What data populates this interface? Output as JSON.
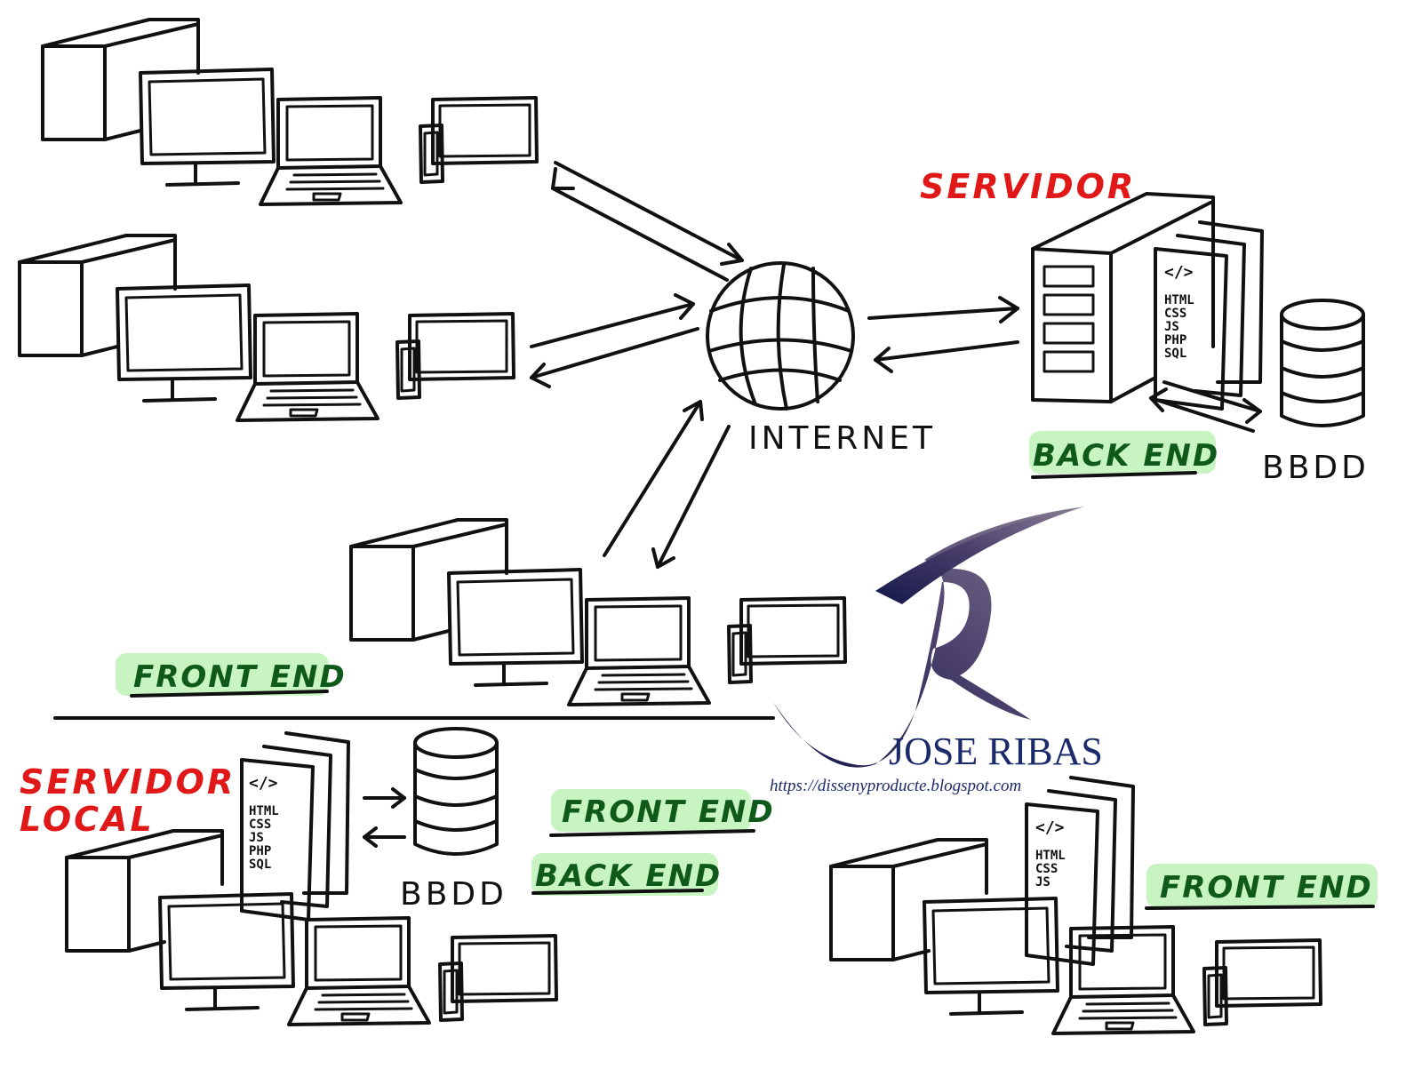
{
  "labels": {
    "internet": "INTERNET",
    "servidor": "SERVIDOR",
    "back_end_top": "BACK END",
    "bbdd_top": "BBDD",
    "front_end_mid": "FRONT END",
    "servidor_local_line1": "SERVIDOR",
    "servidor_local_line2": "LOCAL",
    "front_end_local": "FRONT END",
    "back_end_local": "BACK END",
    "bbdd_local": "BBDD",
    "front_end_right": "FRONT END"
  },
  "code_files": {
    "server": {
      "tag": "</>",
      "lines": [
        "HTML",
        "CSS",
        "JS",
        "PHP",
        "SQL"
      ]
    },
    "local": {
      "tag": "</>",
      "lines": [
        "HTML",
        "CSS",
        "JS",
        "PHP",
        "SQL"
      ]
    },
    "right": {
      "tag": "</>",
      "lines": [
        "HTML",
        "CSS",
        "JS"
      ]
    }
  },
  "brand": {
    "name": "JOSE RIBAS",
    "url": "https://dissenyproducte.blogspot.com"
  },
  "colors": {
    "ink": "#111111",
    "red_label": "#e01818",
    "green_label": "#0f5a1a",
    "highlight": "#b6f0ae",
    "brand": "#1b2a6b"
  }
}
